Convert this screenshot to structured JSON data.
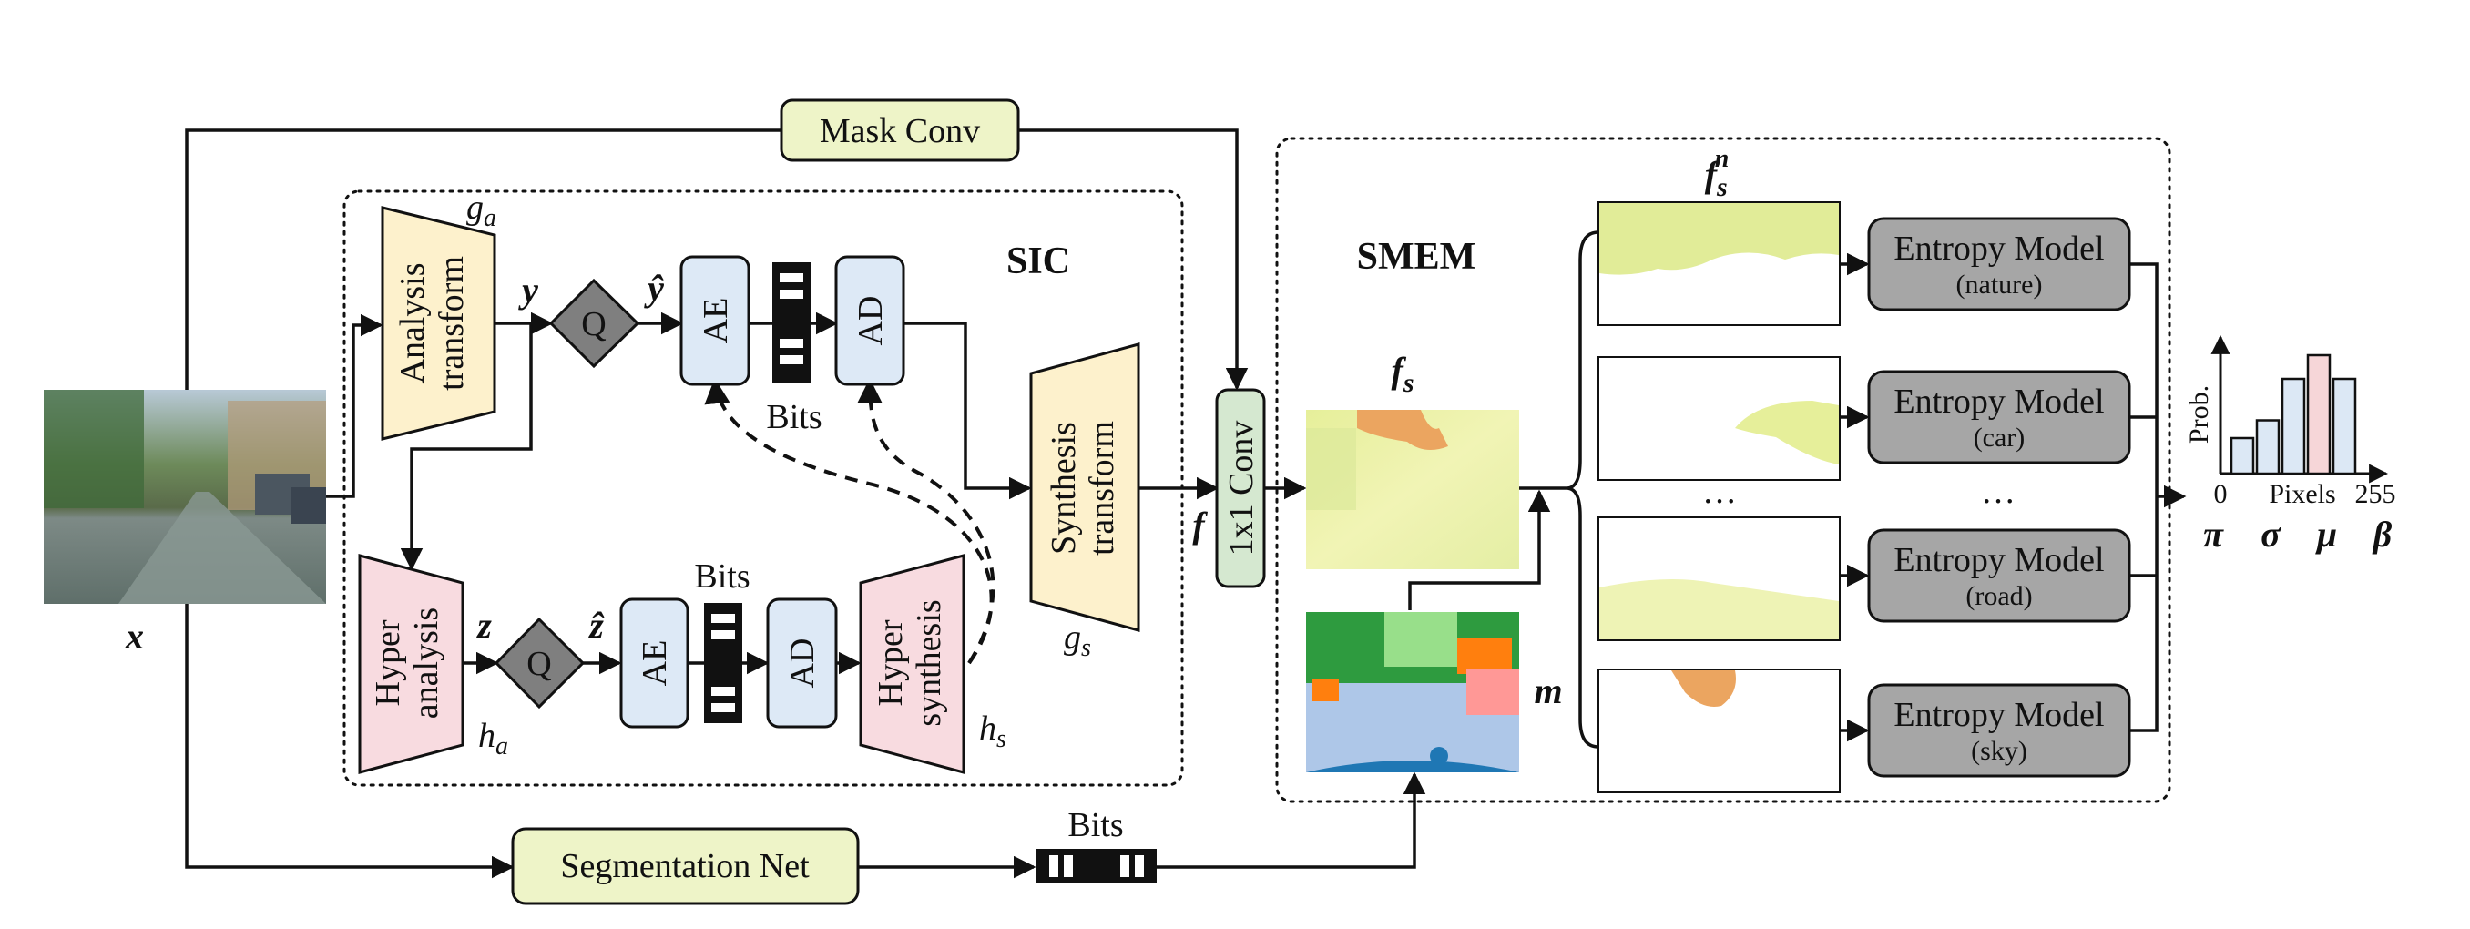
{
  "labels": {
    "mask_conv": "Mask Conv",
    "sic": "SIC",
    "smem": "SMEM",
    "analysis_transform": [
      "Analysis",
      "transform"
    ],
    "synthesis_transform": [
      "Synthesis",
      "transform"
    ],
    "hyper_analysis": [
      "Hyper",
      "analysis"
    ],
    "hyper_synthesis": [
      "Hyper",
      "synthesis"
    ],
    "q": "Q",
    "ae": "AE",
    "ad": "AD",
    "bits": "Bits",
    "conv1x1": "1x1 Conv",
    "segmentation_net": "Segmentation Net",
    "dots": "…",
    "hist_ylabel": "Prob.",
    "hist_xlabel": "Pixels",
    "hist_x0": "0",
    "hist_x255": "255"
  },
  "symbols": {
    "x": "x",
    "y": "y",
    "y_hat": "ŷ",
    "z": "z",
    "z_hat": "ẑ",
    "f": "f",
    "fs": "f",
    "fs_sub": "s",
    "fsn": "f",
    "fsn_sub": "s",
    "fsn_sup": "n",
    "m": "m",
    "g_a": "g",
    "g_a_sub": "a",
    "g_s": "g",
    "g_s_sub": "s",
    "h_a": "h",
    "h_a_sub": "a",
    "h_s": "h",
    "h_s_sub": "s",
    "params": [
      "π",
      "σ",
      "μ",
      "β"
    ]
  },
  "entropy_models": [
    {
      "title": "Entropy Model",
      "class": "(nature)"
    },
    {
      "title": "Entropy Model",
      "class": "(car)"
    },
    {
      "title": "Entropy Model",
      "class": "(road)"
    },
    {
      "title": "Entropy Model",
      "class": "(sky)"
    }
  ],
  "histogram": {
    "bars": [
      0.3,
      0.45,
      0.8,
      1.0,
      0.8
    ],
    "colors": [
      "#dce8f5",
      "#dce8f5",
      "#dce8f5",
      "#f6d6d8",
      "#dce8f5"
    ]
  },
  "colors": {
    "yellow_box": "#eef4c8",
    "yellow_trap": "#fdf1cc",
    "pink_trap": "#f8dbe0",
    "blue_box": "#dde9f6",
    "gray_box": "#a6a6a6",
    "gray_q": "#7f7f7f",
    "conv_green": "#d5e8d0"
  }
}
